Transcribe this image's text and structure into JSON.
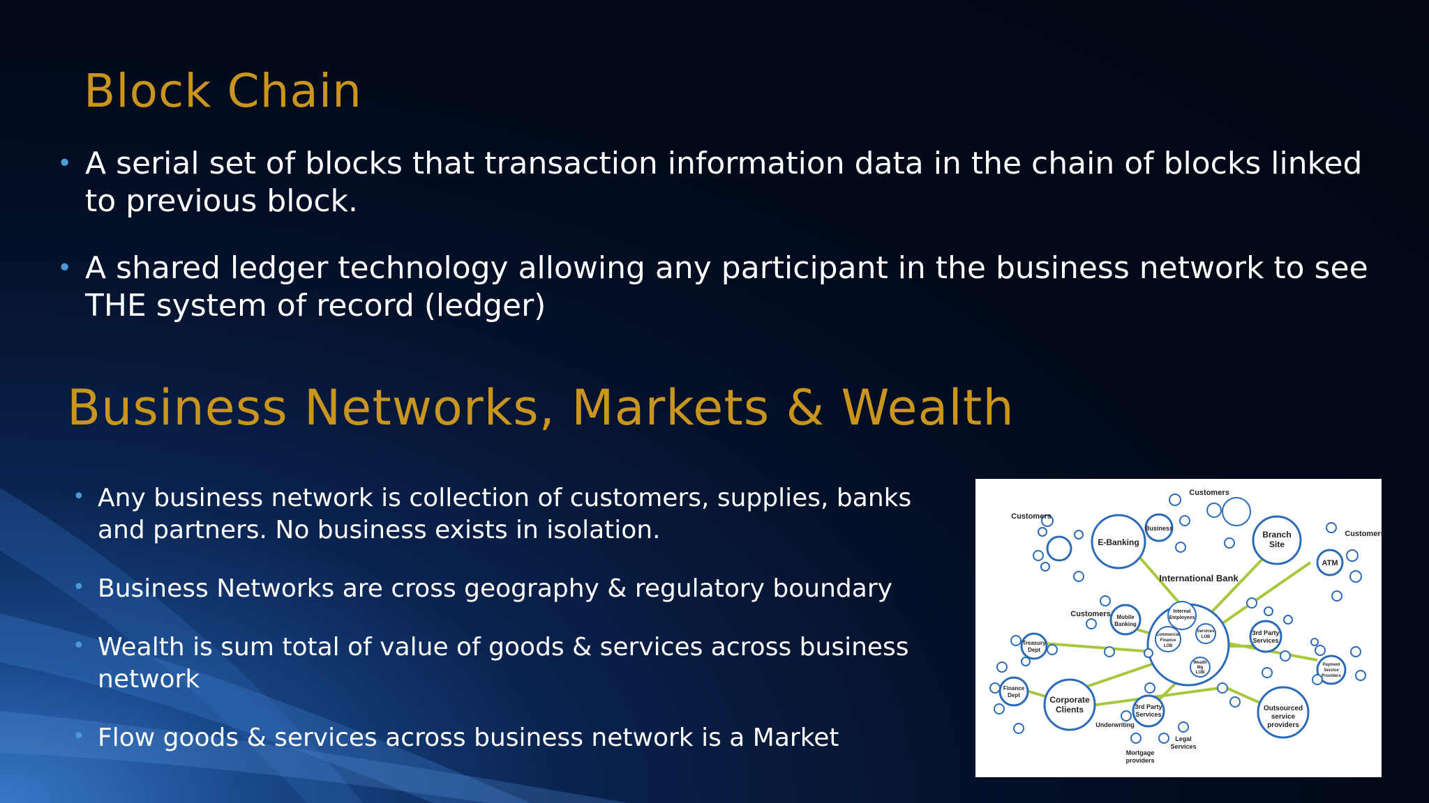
{
  "slide": {
    "title1": "Block Chain",
    "bullets1": [
      "A serial set of blocks that transaction information data in the chain of blocks linked to previous block.",
      "A shared ledger technology allowing any participant in the business network to see THE system of record (ledger)"
    ],
    "title2": "Business Networks, Markets & Wealth",
    "bullets2": [
      "Any business network is collection of customers, supplies, banks and partners. No business exists in isolation.",
      "Business Networks are cross geography & regulatory boundary",
      "Wealth is sum total of value of goods & services across business network",
      "Flow goods & services across business network is a Market"
    ],
    "bullet_glyph": "•"
  },
  "diagram": {
    "labels": {
      "customers_top": "Customers",
      "customers_left": "Customers",
      "customers_right": "Customers",
      "customers_mid": "Customers",
      "ebanking": "E-Banking",
      "business": "Business",
      "branch_line1": "Branch",
      "branch_line2": "Site",
      "atm": "ATM",
      "intl_bank": "International Bank",
      "internal_line1": "Internal",
      "internal_line2": "Employees",
      "mobile_line1": "Mobile",
      "mobile_line2": "Banking",
      "commercial_line1": "Commercial",
      "commercial_line2": "Finance",
      "commercial_line3": "LOB",
      "services_line1": "Services",
      "services_line2": "LOB",
      "wealth_line1": "Wealth",
      "wealth_line2": "Mg",
      "wealth_line3": "LOB",
      "third_party_r_line1": "3rd Party",
      "third_party_r_line2": "Services",
      "treasury_line1": "Treasury",
      "treasury_line2": "Dept",
      "payment_line1": "Payment",
      "payment_line2": "Service",
      "payment_line3": "Providers",
      "finance_line1": "Finance",
      "finance_line2": "Dept",
      "corporate_line1": "Corporate",
      "corporate_line2": "Clients",
      "third_party_b_line1": "3rd Party",
      "third_party_b_line2": "Services",
      "outsourced_line1": "Outsourced",
      "outsourced_line2": "service",
      "outsourced_line3": "providers",
      "underwriting": "Underwriting",
      "legal_line1": "Legal",
      "legal_line2": "Services",
      "mortgage_line1": "Mortgage",
      "mortgage_line2": "providers"
    }
  }
}
